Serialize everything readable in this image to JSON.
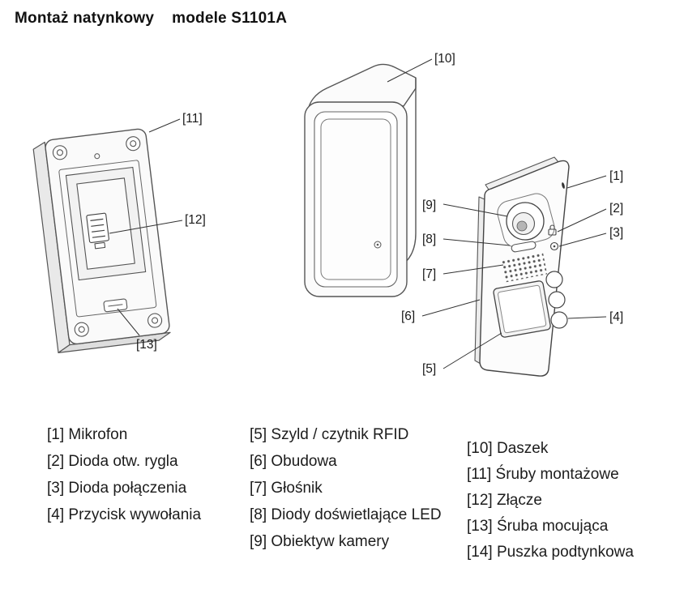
{
  "title": {
    "part1": "Montaż natynkowy",
    "part2": "modele S1101A"
  },
  "callouts": {
    "n1": "[1]",
    "n2": "[2]",
    "n3": "[3]",
    "n4": "[4]",
    "n5": "[5]",
    "n6": "[6]",
    "n7": "[7]",
    "n8": "[8]",
    "n9": "[9]",
    "n10": "[10]",
    "n11": "[11]",
    "n12": "[12]",
    "n13": "[13]"
  },
  "legend": {
    "col1": [
      "[1] Mikrofon",
      "[2] Dioda otw. rygla",
      "[3] Dioda połączenia",
      "[4] Przycisk wywołania"
    ],
    "col2": [
      "[5] Szyld / czytnik RFID",
      "[6] Obudowa",
      "[7] Głośnik",
      "[8] Diody doświetlające LED",
      "[9] Obiektyw kamery"
    ],
    "col3": [
      "[10] Daszek",
      "[11] Śruby montażowe",
      "[12] Złącze",
      "[13] Śruba mocująca",
      "[14] Puszka podtynkowa"
    ]
  }
}
